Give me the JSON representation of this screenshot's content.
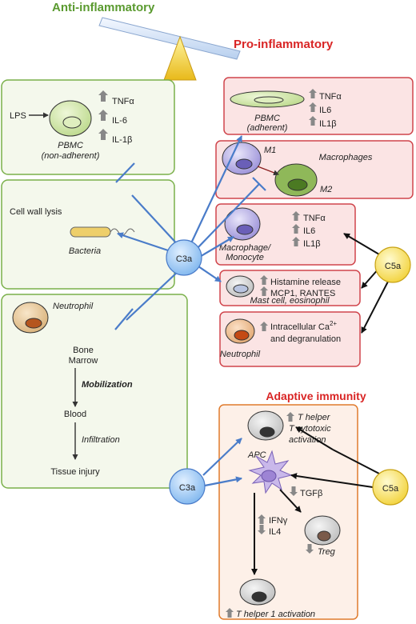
{
  "headers": {
    "anti": "Anti-inflammatory",
    "pro": "Pro-inflammatory",
    "adaptive": "Adaptive immunity"
  },
  "nodes": {
    "c3a": "C3a",
    "c5a": "C5a"
  },
  "left_box1": {
    "lps": "LPS",
    "cell_line1": "PBMC",
    "cell_line2": "(non-adherent)",
    "m1": "TNFα",
    "m2": "IL-6",
    "m3": "IL-1β"
  },
  "left_box2": {
    "title": "Cell wall lysis",
    "cell": "Bacteria"
  },
  "left_box3": {
    "cell": "Neutrophil",
    "step1a": "Bone",
    "step1b": "Marrow",
    "step2": "Mobilization",
    "step3": "Blood",
    "step4": "Infiltration",
    "step5": "Tissue injury"
  },
  "pro_box1": {
    "cell_line1": "PBMC",
    "cell_line2": "(adherent)",
    "m1": "TNFα",
    "m2": "IL6",
    "m3": "IL1β"
  },
  "pro_box2": {
    "m1": "M1",
    "m2": "M2",
    "title": "Macrophages"
  },
  "pro_box3": {
    "cell_line1": "Macrophage/",
    "cell_line2": "Monocyte",
    "m1": "TNFα",
    "m2": "IL6",
    "m3": "IL1β"
  },
  "pro_box4": {
    "t1": "Histamine release",
    "t2": "MCP1, RANTES",
    "cell": "Mast cell, eosinophil"
  },
  "pro_box5": {
    "t1": "Intracellular Ca",
    "t1_sup": "2+",
    "t2": "and degranulation",
    "cell": "Neutrophil"
  },
  "adaptive_box": {
    "t_helper1": "T helper",
    "t_helper2": "T cytotoxic",
    "t_helper3": "activation",
    "apc": "APC",
    "tgf": "TGFβ",
    "ifn": "IFNγ",
    "il4": "IL4",
    "treg": "Treg",
    "th1": "T helper 1 activation"
  },
  "colors": {
    "green_border": "#7ab04a",
    "green_fill": "#f4f8ec",
    "red_border": "#d0454c",
    "red_fill": "#fbe4e4",
    "orange_border": "#e07a2c",
    "orange_fill": "#fdf0e8",
    "blue_arrow": "#4a7cc9",
    "header_green": "#5a9a2f",
    "header_red": "#d92525"
  }
}
